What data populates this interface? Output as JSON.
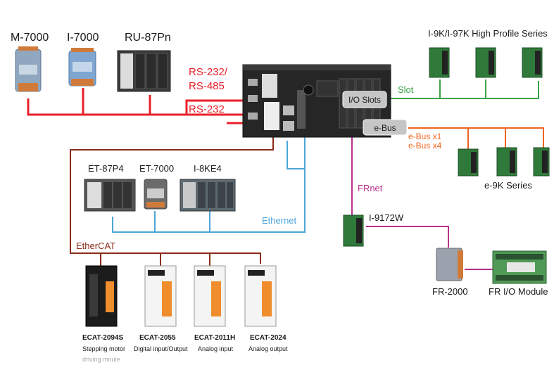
{
  "colors": {
    "rs": "#e8202a",
    "slot": "#3aa447",
    "ebus": "#f0641e",
    "ethernet": "#4ea5d9",
    "ethercat": "#8b2b1c",
    "frnet": "#b8318f",
    "text": "#1a1a1a"
  },
  "top_devices": {
    "m7000": "M-7000",
    "i7000": "I-7000",
    "ru87pn": "RU-87Pn"
  },
  "serial": {
    "rs232_485_line1": "RS-232/",
    "rs232_485_line2": "RS-485",
    "rs232": "RS-232"
  },
  "controller": {
    "io_slots": "I/O Slots",
    "ebus": "e-Bus"
  },
  "slot": {
    "series_title": "I-9K/I-97K High Profile Series",
    "label": "Slot"
  },
  "ebus_side": {
    "x1": "e-Bus x1",
    "x4": "e-Bus x4",
    "series": "e-9K Series"
  },
  "ethernet": {
    "et87p4": "ET-87P4",
    "et7000": "ET-7000",
    "i8ke4": "I-8KE4",
    "label": "Ethernet"
  },
  "frnet": {
    "label": "FRnet",
    "i9172w": "I-9172W",
    "fr2000": "FR-2000",
    "fr_io": "FR I/O Module"
  },
  "ethercat": {
    "label": "EtherCAT",
    "modules": [
      {
        "name": "ECAT-2094S",
        "desc": "Stepping motor",
        "desc2": "driving moule"
      },
      {
        "name": "ECAT-2055",
        "desc": "Digital input/Output"
      },
      {
        "name": "ECAT-2011H",
        "desc": "Analog input"
      },
      {
        "name": "ECAT-2024",
        "desc": "Analog output"
      }
    ]
  }
}
